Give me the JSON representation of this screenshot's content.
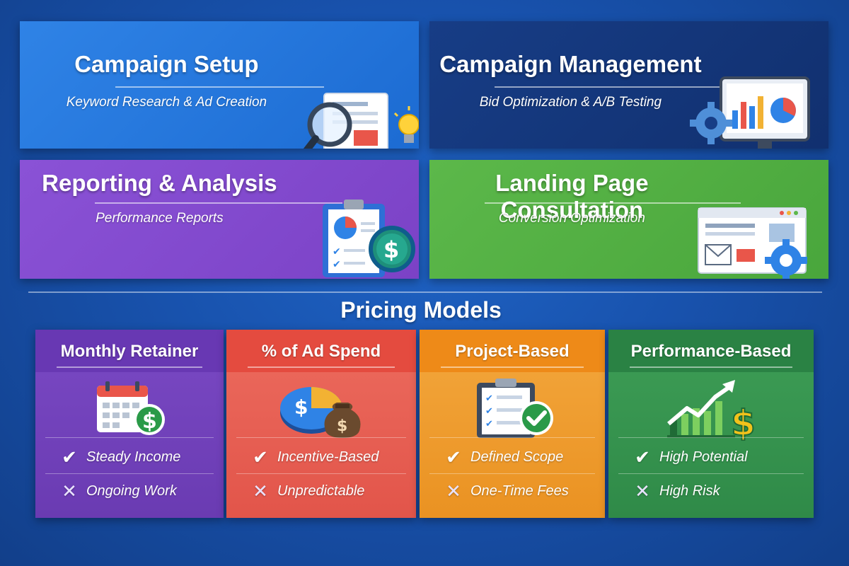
{
  "services": [
    {
      "title": "Campaign Setup",
      "subtitle": "Keyword Research & Ad Creation",
      "icon": "magnifier-document-lightbulb-icon",
      "color": "#2f83e6"
    },
    {
      "title": "Campaign Management",
      "subtitle": "Bid Optimization & A/B Testing",
      "icon": "monitor-chart-gear-icon",
      "color": "#173d86"
    },
    {
      "title": "Reporting & Analysis",
      "subtitle": "Performance Reports",
      "icon": "clipboard-pie-dollar-icon",
      "color": "#8a52d6"
    },
    {
      "title": "Landing Page Consultation",
      "subtitle": "Conversion Optimization",
      "icon": "browser-window-gear-icon",
      "color": "#5cb84a"
    }
  ],
  "pricing": {
    "title": "Pricing Models",
    "models": [
      {
        "name": "Monthly Retainer",
        "icon": "calendar-dollar-icon",
        "pro": "Steady Income",
        "con": "Ongoing Work",
        "color": "#6838b3"
      },
      {
        "name": "% of Ad Spend",
        "icon": "pie-chart-money-bag-icon",
        "pro": "Incentive-Based",
        "con": "Unpredictable",
        "color": "#e44b3f"
      },
      {
        "name": "Project-Based",
        "icon": "clipboard-checkmark-icon",
        "pro": "Defined Scope",
        "con": "One-Time Fees",
        "color": "#ee8a18"
      },
      {
        "name": "Performance-Based",
        "icon": "growth-chart-dollar-icon",
        "pro": "High Potential",
        "con": "High Risk",
        "color": "#2a8244"
      }
    ]
  }
}
